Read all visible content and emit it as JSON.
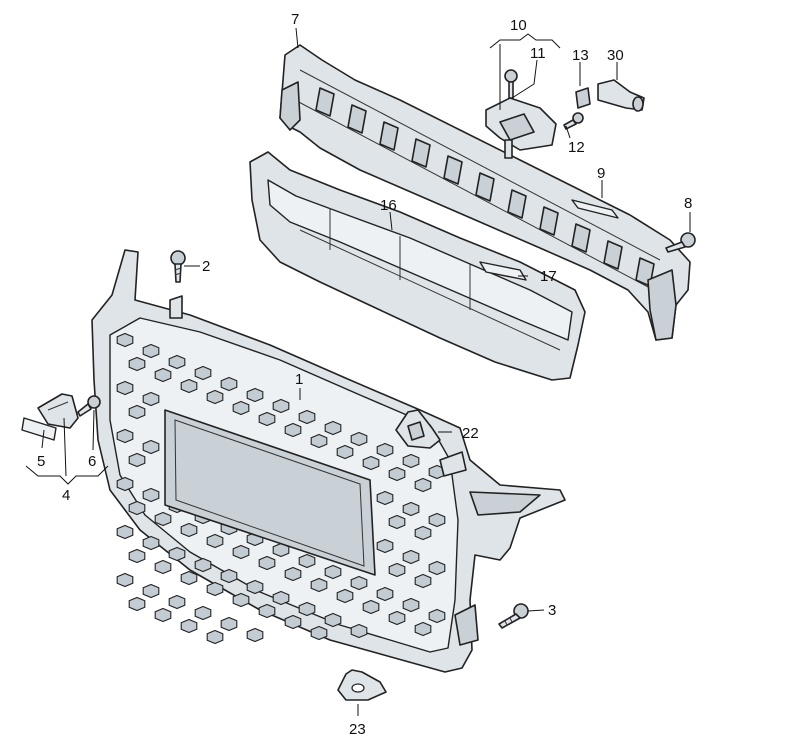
{
  "callouts": {
    "c1": "1",
    "c2": "2",
    "c3": "3",
    "c4": "4",
    "c5": "5",
    "c6": "6",
    "c7": "7",
    "c8": "8",
    "c9": "9",
    "c10": "10",
    "c11": "11",
    "c12": "12",
    "c13": "13",
    "c16": "16",
    "c17": "17",
    "c22": "22",
    "c23": "23",
    "c30": "30"
  },
  "colors": {
    "background": "#ffffff",
    "part_fill": "#dfe4e8",
    "outline": "#222222"
  }
}
